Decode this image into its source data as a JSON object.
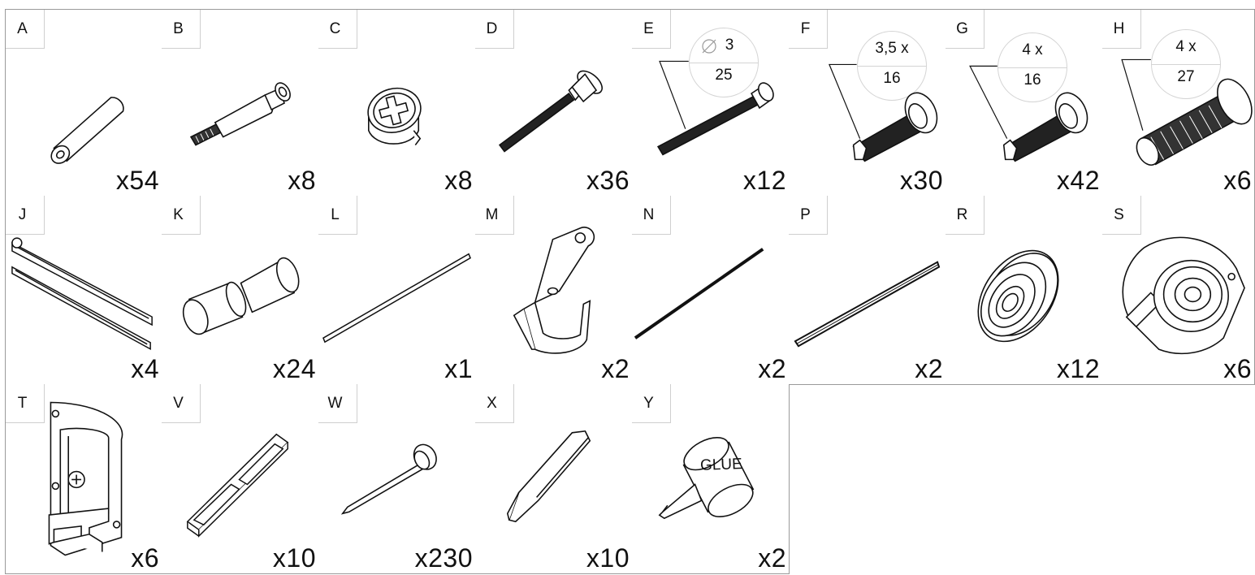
{
  "parts": [
    {
      "id": "A",
      "qty": "x54",
      "icon": "dowel-icon"
    },
    {
      "id": "B",
      "qty": "x8",
      "icon": "cam-bolt-icon"
    },
    {
      "id": "C",
      "qty": "x8",
      "icon": "cam-lock-icon"
    },
    {
      "id": "D",
      "qty": "x36",
      "icon": "shelf-support-screw-icon"
    },
    {
      "id": "E",
      "qty": "x12",
      "icon": "machine-screw-icon",
      "spec_top": "3",
      "spec_bottom": "25"
    },
    {
      "id": "F",
      "qty": "x30",
      "icon": "wood-screw-icon",
      "spec_top": "3,5 x",
      "spec_bottom": "16"
    },
    {
      "id": "G",
      "qty": "x42",
      "icon": "wood-screw-icon",
      "spec_top": "4 x",
      "spec_bottom": "16"
    },
    {
      "id": "H",
      "qty": "x6",
      "icon": "wood-screw-icon",
      "spec_top": "4 x",
      "spec_bottom": "27"
    },
    {
      "id": "J",
      "qty": "x4",
      "icon": "drawer-rail-icon"
    },
    {
      "id": "K",
      "qty": "x24",
      "icon": "shelf-pin-icon"
    },
    {
      "id": "L",
      "qty": "x1",
      "icon": "rod-icon"
    },
    {
      "id": "M",
      "qty": "x2",
      "icon": "rail-bracket-icon"
    },
    {
      "id": "N",
      "qty": "x2",
      "icon": "wire-rod-icon"
    },
    {
      "id": "P",
      "qty": "x2",
      "icon": "flat-bar-icon"
    },
    {
      "id": "R",
      "qty": "x12",
      "icon": "wheel-icon"
    },
    {
      "id": "S",
      "qty": "x6",
      "icon": "roller-icon"
    },
    {
      "id": "T",
      "qty": "x6",
      "icon": "hinge-plate-icon"
    },
    {
      "id": "V",
      "qty": "x10",
      "icon": "channel-bracket-icon"
    },
    {
      "id": "W",
      "qty": "x230",
      "icon": "nail-icon"
    },
    {
      "id": "X",
      "qty": "x10",
      "icon": "glide-pad-icon"
    },
    {
      "id": "Y",
      "qty": "x2",
      "icon": "glue-bottle-icon",
      "glue_label": "GLUE"
    }
  ]
}
